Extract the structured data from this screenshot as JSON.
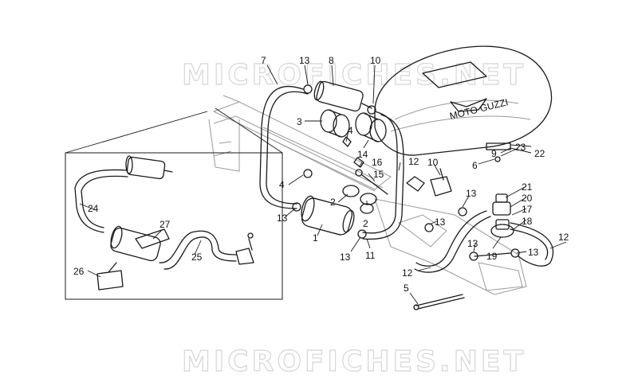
{
  "watermark": {
    "top": "MICROFICHES.NET",
    "bottom": "MICROFICHES.NET"
  },
  "tank_logo": "MOTO GUZZI",
  "callouts": [
    {
      "id": "c7",
      "text": "7"
    },
    {
      "id": "c13a",
      "text": "13"
    },
    {
      "id": "c8",
      "text": "8"
    },
    {
      "id": "c10a",
      "text": "10"
    },
    {
      "id": "c3",
      "text": "3"
    },
    {
      "id": "c4a",
      "text": "4"
    },
    {
      "id": "c14",
      "text": "14"
    },
    {
      "id": "c9",
      "text": "9"
    },
    {
      "id": "c23",
      "text": "23"
    },
    {
      "id": "c22",
      "text": "22"
    },
    {
      "id": "c6",
      "text": "6"
    },
    {
      "id": "c16",
      "text": "16"
    },
    {
      "id": "c12a",
      "text": "12"
    },
    {
      "id": "c10b",
      "text": "10"
    },
    {
      "id": "c15",
      "text": "15"
    },
    {
      "id": "c4b",
      "text": "4"
    },
    {
      "id": "c2a",
      "text": "2"
    },
    {
      "id": "c2b",
      "text": "2"
    },
    {
      "id": "c13b",
      "text": "13"
    },
    {
      "id": "c13c",
      "text": "13"
    },
    {
      "id": "c13d",
      "text": "13"
    },
    {
      "id": "c21",
      "text": "21"
    },
    {
      "id": "c20",
      "text": "20"
    },
    {
      "id": "c17",
      "text": "17"
    },
    {
      "id": "c18",
      "text": "18"
    },
    {
      "id": "c1",
      "text": "1"
    },
    {
      "id": "c13e",
      "text": "13"
    },
    {
      "id": "c11",
      "text": "11"
    },
    {
      "id": "c13f",
      "text": "13"
    },
    {
      "id": "c19",
      "text": "19"
    },
    {
      "id": "c13g",
      "text": "13"
    },
    {
      "id": "c12b",
      "text": "12"
    },
    {
      "id": "c12c",
      "text": "12"
    },
    {
      "id": "c5",
      "text": "5"
    },
    {
      "id": "c24",
      "text": "24"
    },
    {
      "id": "c27",
      "text": "27"
    },
    {
      "id": "c25",
      "text": "25"
    },
    {
      "id": "c26",
      "text": "26"
    }
  ]
}
